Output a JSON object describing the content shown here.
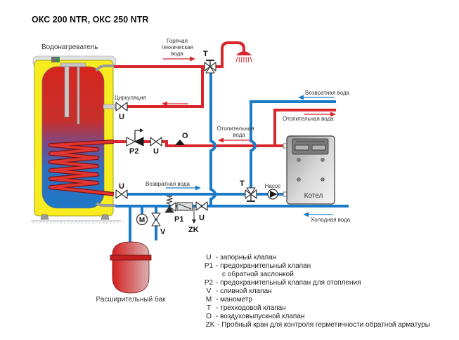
{
  "title": "ОКС 200 NTR, ОКС 250 NTR",
  "labels": {
    "water_heater": "Водонагреватель",
    "hot_water": [
      "Горячая",
      "техническая",
      "вода"
    ],
    "circulation": "Циркуляция",
    "return_water_top": "Возвратная  вода",
    "heating_water_right": "Отопительная вода",
    "heating_water_mid": [
      "Отопительная",
      "вода"
    ],
    "return_water_mid": "Возвратная  вода",
    "pump": "Насос",
    "boiler": "Котел",
    "cold_water": "Холодная вода",
    "expansion_tank": "Расширительный бак"
  },
  "tags": {
    "U": "U",
    "T": "T",
    "P1": "P1",
    "P2": "P2",
    "O": "O",
    "V": "V",
    "M": "M",
    "ZK": "ZK"
  },
  "legend": [
    {
      "code": "U",
      "desc": "- запорный клапан"
    },
    {
      "code": "P1",
      "desc": "- предохранительный клапан",
      "desc2": "с обратной заслонкой"
    },
    {
      "code": "P2",
      "desc": "- предохранительный клапан для отопления"
    },
    {
      "code": "V",
      "desc": "- сливной клапан"
    },
    {
      "code": "M",
      "desc": "- манометр"
    },
    {
      "code": "T",
      "desc": "- трехходовой клапан"
    },
    {
      "code": "O",
      "desc": "- воздуховыпускной клапан"
    },
    {
      "code": "ZK",
      "desc": "- Пробный кран для контроля герметичности обратной арматуры"
    }
  ],
  "colors": {
    "hot_pipe": "#d8262c",
    "cold_pipe": "#1b7bc6",
    "tank_jacket": "#f7ec1f"
  }
}
